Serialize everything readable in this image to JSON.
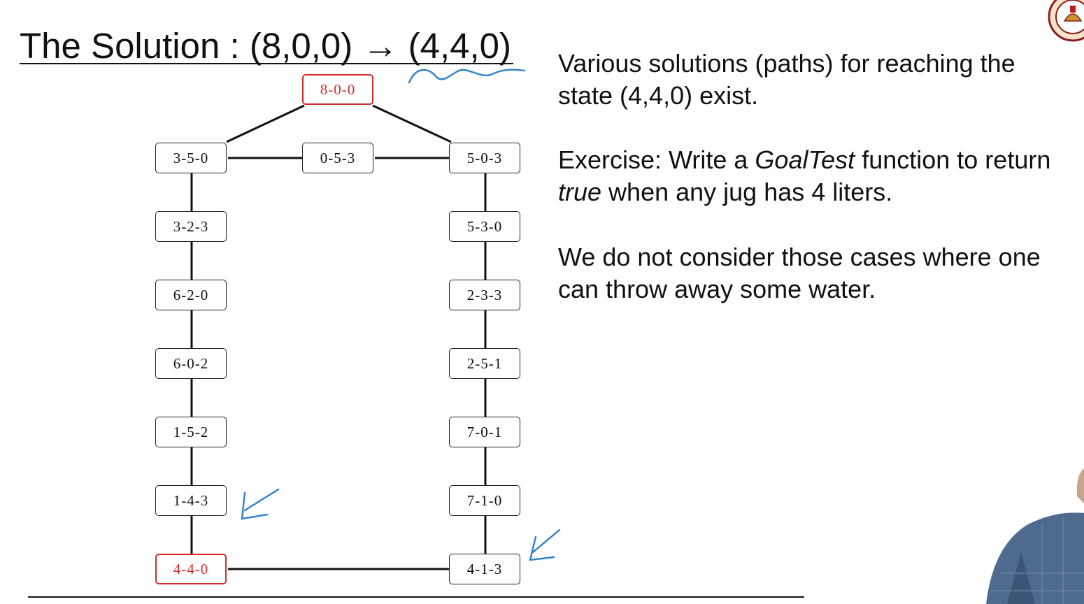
{
  "slide": {
    "title": "The Solution : (8,0,0) → (4,4,0)",
    "para1": "Various solutions (paths) for reaching the state (4,4,0) exist.",
    "para2": {
      "t1": "Exercise: Write a ",
      "goaltest": "GoalTest",
      "t2": " function to return ",
      "true_word": "true",
      "t3": " when any jug has 4 liters."
    },
    "para3": "We do not consider those cases where one can throw away some water."
  },
  "diagram": {
    "nodes": {
      "n800": "8-0-0",
      "n350": "3-5-0",
      "n053": "0-5-3",
      "n503": "5-0-3",
      "n323": "3-2-3",
      "n620": "6-2-0",
      "n602": "6-0-2",
      "n152": "1-5-2",
      "n143": "1-4-3",
      "n440": "4-4-0",
      "n530": "5-3-0",
      "n233": "2-3-3",
      "n251": "2-5-1",
      "n701": "7-0-1",
      "n710": "7-1-0",
      "n413": "4-1-3"
    },
    "highlighted": [
      "8-0-0",
      "4-4-0"
    ],
    "highlight_color": "#d12a2a",
    "annotation_color": "#2f7fd0"
  }
}
